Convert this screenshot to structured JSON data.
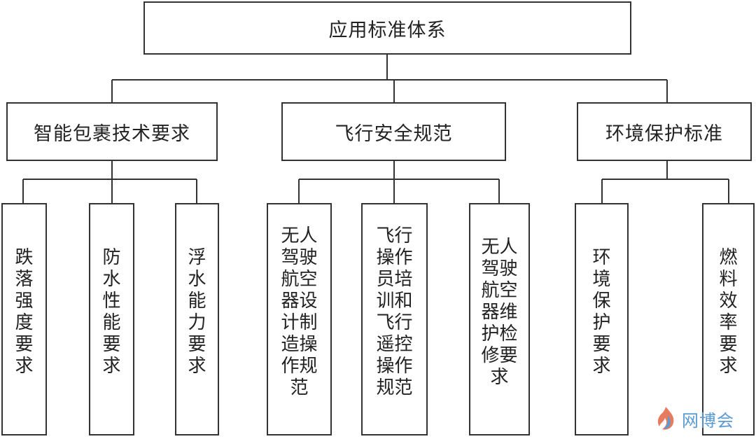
{
  "root": {
    "label": "应用标准体系"
  },
  "categories": [
    {
      "label": "智能包裹技术要求",
      "children": [
        {
          "label": "跌落强度要求"
        },
        {
          "label": "防水性能要求"
        },
        {
          "label": "浮水能力要求"
        }
      ]
    },
    {
      "label": "飞行安全规范",
      "children": [
        {
          "label": "无人驾驶航空器设计制造操作规范"
        },
        {
          "label": "飞行操作员培训和飞行遥控操作规范"
        },
        {
          "label": "无人驾驶航空器维护检修要求"
        }
      ]
    },
    {
      "label": "环境保护标准",
      "children": [
        {
          "label": "环境保护要求"
        },
        {
          "label": "燃料效率要求"
        }
      ]
    }
  ],
  "watermark": {
    "text": "网博会",
    "logo_icon": "flame-logo-icon",
    "color": "#5b9bd5"
  },
  "line_color": "#333333"
}
